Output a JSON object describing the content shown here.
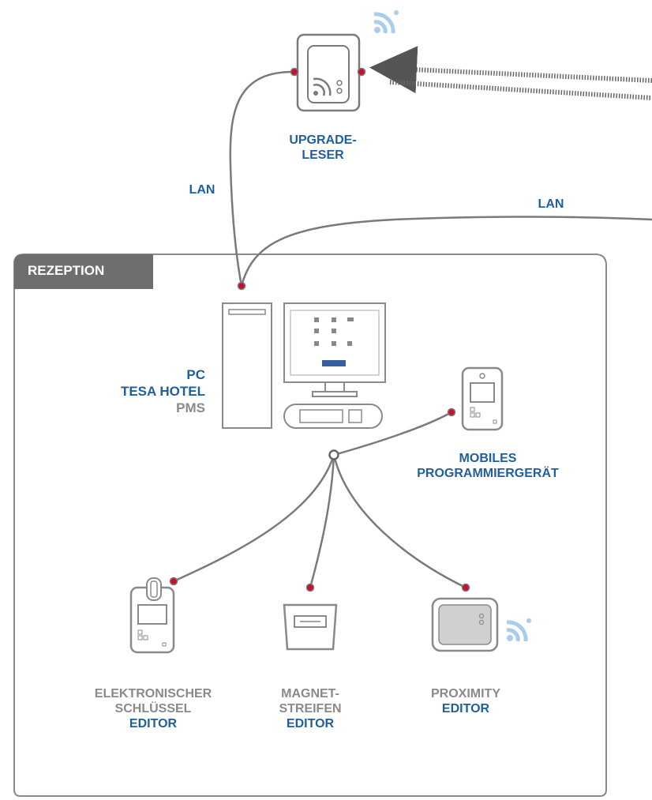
{
  "labels": {
    "upgrade_reader": [
      "UPGRADE-",
      "LESER"
    ],
    "lan_left": "LAN",
    "lan_right": "LAN",
    "reception": "REZEPTION",
    "pc": [
      "PC",
      "TESA HOTEL",
      "PMS"
    ],
    "mobile": [
      "MOBILES",
      "PROGRAMMIERGERÄT"
    ],
    "electronic_key": [
      "ELEKTRONISCHER",
      "SCHLÜSSEL",
      "EDITOR"
    ],
    "magstripe": [
      "MAGNET-",
      "STREIFEN",
      "EDITOR"
    ],
    "proximity": [
      "PROXIMITY",
      "EDITOR"
    ]
  },
  "colors": {
    "label_blue": "#1f5f9e",
    "label_grey": "#8a8a8a",
    "line_grey": "#7a7a7a",
    "connector_red": "#c8102e",
    "wifi_light_blue": "#a9cdea",
    "tab_grey": "#6e6e6e"
  },
  "icons": [
    "wifi-icon",
    "reader-device-icon",
    "pc-tower-icon",
    "monitor-icon",
    "keyboard-icon",
    "mobile-programmer-icon",
    "key-editor-icon",
    "magstripe-editor-icon",
    "proximity-editor-icon",
    "hub-icon"
  ]
}
